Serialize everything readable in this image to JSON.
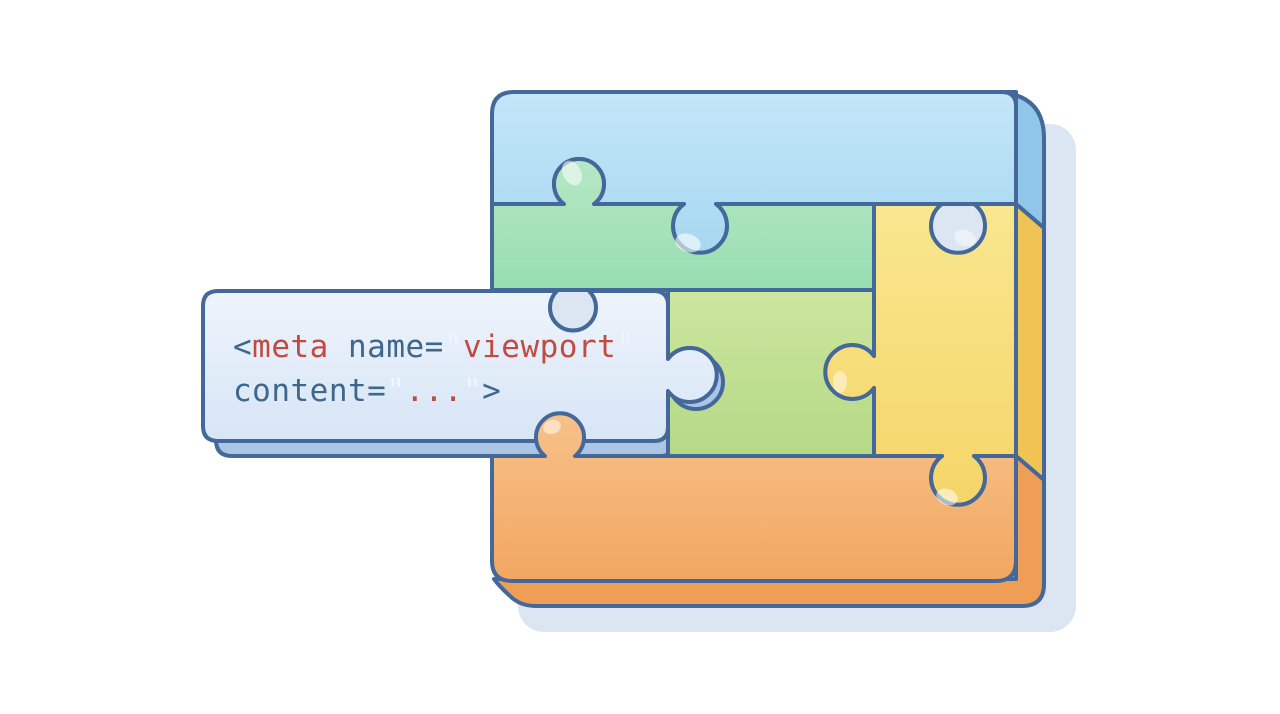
{
  "illustration": {
    "subject": "meta viewport tag as puzzle piece",
    "code": {
      "full_text": "<meta name=\"viewport\" content=\"...\">",
      "line1": [
        {
          "text": "<",
          "color": "#3f678c"
        },
        {
          "text": "meta",
          "color": "#c04b41"
        },
        {
          "text": " name=",
          "color": "#3f678c"
        },
        {
          "text": "\"",
          "color": "#f2f6fb"
        },
        {
          "text": "viewport",
          "color": "#c04b41"
        },
        {
          "text": "\"",
          "color": "#f2f6fb"
        }
      ],
      "line2": [
        {
          "text": "content=",
          "color": "#3f678c"
        },
        {
          "text": "\"",
          "color": "#f2f6fb"
        },
        {
          "text": "...",
          "color": "#c04b41"
        },
        {
          "text": "\"",
          "color": "#f2f6fb"
        },
        {
          "text": ">",
          "color": "#3f678c"
        }
      ]
    },
    "palette": {
      "background": "#ffffff",
      "outline": "#44689a",
      "shadow": "#dce6f3",
      "blue_top": "#c4e6f8",
      "blue_bottom": "#a6d8f1",
      "blue_bevel": "#8fc6ea",
      "green_top": "#b6e8c5",
      "green_bottom": "#97ddb1",
      "mid_green_top": "#cde69f",
      "mid_green_bottom": "#b4d985",
      "yellow_top": "#f9e78f",
      "yellow_bottom": "#f5d568",
      "yellow_bevel": "#efc454",
      "orange_top": "#f7c189",
      "orange_bottom": "#f2a761",
      "orange_bevel": "#ef9f55",
      "code_top": "#eef4fc",
      "code_bottom": "#d7e5f6",
      "code_bevel": "#abc5e5"
    }
  }
}
